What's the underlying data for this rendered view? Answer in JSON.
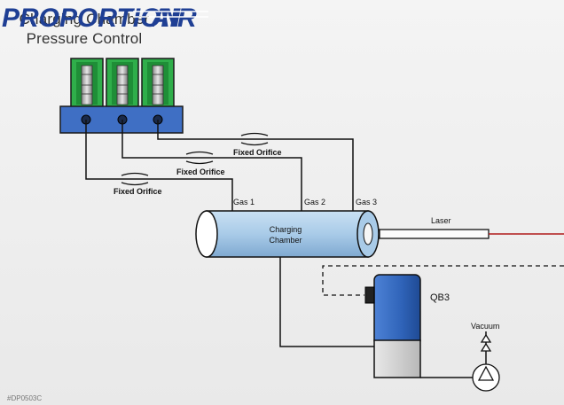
{
  "header": {
    "title_line1": "Charging Chamber",
    "title_line2": "Pressure Control"
  },
  "logo": {
    "text_main": "PROPORTION",
    "text_accent": "AIR"
  },
  "labels": {
    "fixed_orifice": "Fixed Orifice",
    "gas1": "Gas 1",
    "gas2": "Gas 2",
    "gas3": "Gas 3",
    "chamber_line1": "Charging",
    "chamber_line2": "Chamber",
    "laser": "Laser",
    "qb3": "QB3",
    "vacuum": "Vacuum",
    "drawing_id": "#DP0503C"
  },
  "colors": {
    "logo_blue": "#1f3f94",
    "valve_green": "#2fae4a",
    "manifold_blue": "#3f6fc4",
    "chamber_blue": "#a9cbe8",
    "laser_red": "#b01b1b",
    "qb3_blue": "#2f63b8"
  }
}
